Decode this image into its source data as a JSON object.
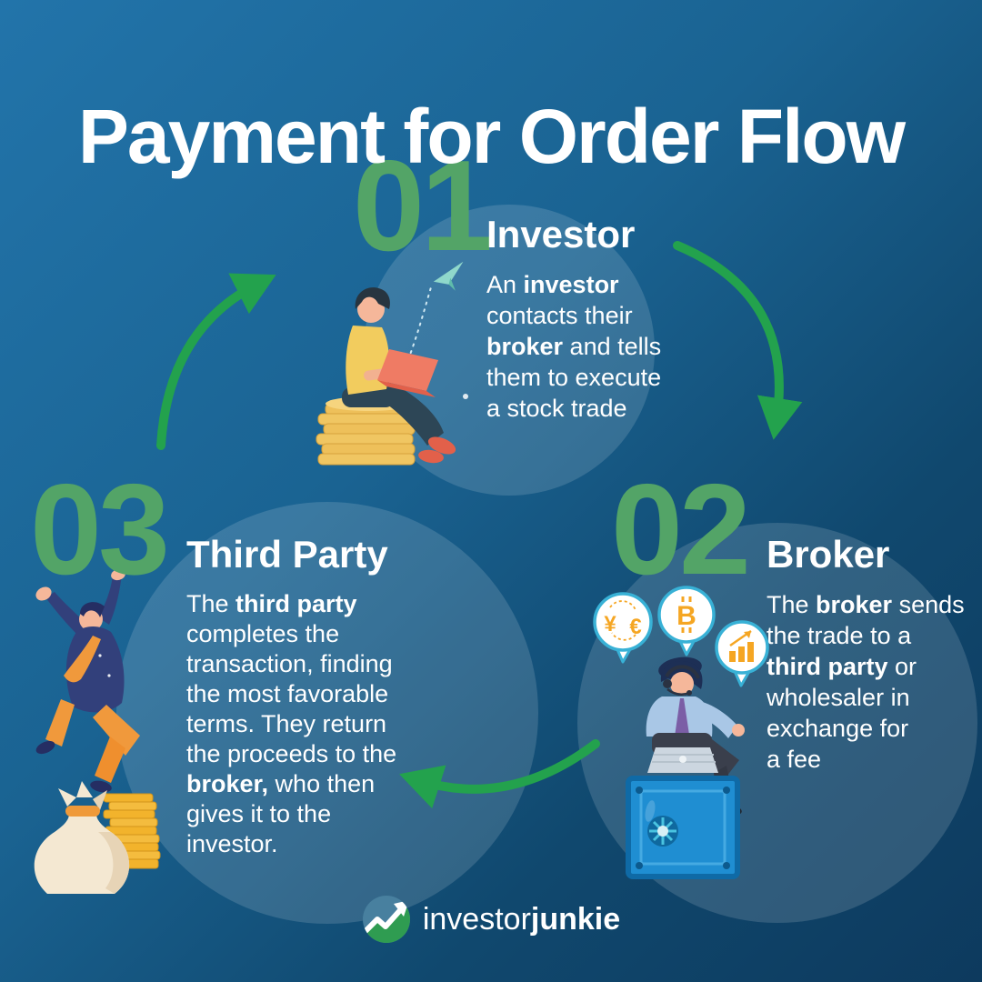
{
  "title": "Payment for Order Flow",
  "colors": {
    "background_top": "#2274aa",
    "background_bottom": "#0d3a5e",
    "step_number_green": "#53a467",
    "arrow_green": "#23a24d",
    "text_white": "#ffffff",
    "bubble_border_teal": "#38b1d6",
    "icon_orange": "#f5a623",
    "logo_blue": "#48809f",
    "logo_green": "#2f9c51"
  },
  "steps": [
    {
      "number": "01",
      "heading": "Investor",
      "paragraph": [
        {
          "text": "An "
        },
        {
          "text": "investor",
          "bold": true
        },
        {
          "text": "\ncontacts their\n"
        },
        {
          "text": "broker",
          "bold": true
        },
        {
          "text": " and tells\nthem to execute\na stock trade"
        }
      ]
    },
    {
      "number": "02",
      "heading": "Broker",
      "paragraph": [
        {
          "text": "The "
        },
        {
          "text": "broker",
          "bold": true
        },
        {
          "text": " sends\nthe trade to a\n"
        },
        {
          "text": "third party",
          "bold": true
        },
        {
          "text": " or\nwholesaler in\nexchange for\na fee"
        }
      ]
    },
    {
      "number": "03",
      "heading": "Third Party",
      "paragraph": [
        {
          "text": "The "
        },
        {
          "text": "third party",
          "bold": true
        },
        {
          "text": "\ncompletes the\ntransaction, finding\nthe most favorable\nterms. They return\nthe proceeds to the\n"
        },
        {
          "text": "broker,",
          "bold": true
        },
        {
          "text": " who then\ngives it to the\ninvestor."
        }
      ]
    }
  ],
  "bubble_icons": {
    "yen": "¥",
    "euro": "€",
    "bitcoin": "B"
  },
  "icons": {
    "paper_plane": "paper-plane-icon",
    "currency_exchange": "currency-exchange-icon",
    "bitcoin": "bitcoin-icon",
    "bar_chart": "bar-chart-icon",
    "logo_mark": "trend-arrow-icon",
    "cycle_arrows": [
      "arrow-step1-to-step2",
      "arrow-step2-to-step3",
      "arrow-step3-to-step1"
    ]
  },
  "footer": {
    "brand_regular": "investor",
    "brand_bold": "junkie"
  }
}
